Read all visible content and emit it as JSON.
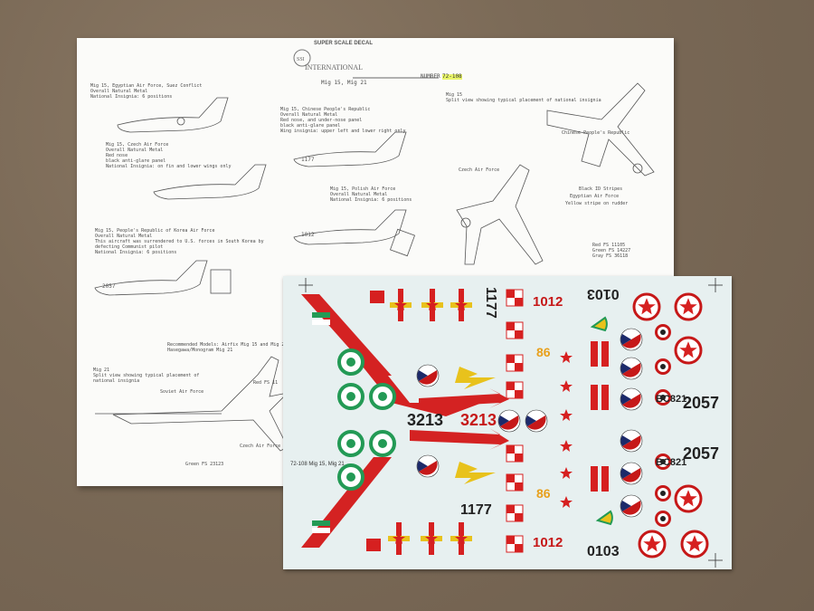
{
  "instruction_sheet": {
    "brand_top": "SUPER SCALE DECAL",
    "brand_name": "INTERNATIONAL",
    "sheet_number_label": "NUMBER",
    "sheet_number": "72-108",
    "subtitle": "Mig 15, Mig 21",
    "captions": {
      "egypt": "Mig 15, Egyptian Air Force, Suez Conflict\nOverall Natural Metal\nNational Insignia: 6 positions",
      "czech": "Mig 15, Czech Air Force\nOverall Natural Metal\nRed nose\nblack anti-glare panel\nNational Insignia: on fin and lower wings only",
      "china": "Mig 15, Chinese People's Republic\nOverall Natural Metal\nRed nose, and under-nose panel\nblack anti-glare panel\nWing insignia: upper left and lower right only",
      "poland": "Mig 15, Polish Air Force\nOverall Natural Metal\nNational Insignia: 6 positions",
      "korea": "Mig 15, People's Republic of Korea Air Force\nOverall Natural Metal\nThis aircraft was surrendered to U.S. forces in South Korea by\ndefecting Communist pilot\nNational Insignia: 6 positions",
      "split15": "Mig 15\nSplit view showing typical placement of national insignia",
      "chinese_label": "Chinese People's Republic",
      "czech_label": "Czech Air Force",
      "black_stripes": "Black ID Stripes",
      "egypt_label": "Egyptian Air Force",
      "yellow_stripe": "Yellow stripe on rudder",
      "colors": "Red FS 11105\nGreen FS 14227\nGray FS 36118",
      "models": "Recommended Models: Airfix Mig 15 and Mig 21\nHasegawa/Monogram Mig 21",
      "mig21": "Mig 21\nSplit view showing typical placement of\nnational insignia",
      "soviet": "Soviet Air Force",
      "red_fs": "Red FS 11",
      "green_fs": "Green FS 23123",
      "czech21": "Czech Air Force"
    }
  },
  "decal_sheet": {
    "numbers": [
      "1177",
      "1012",
      "0103",
      "3213",
      "2057",
      "86",
      "BC821"
    ],
    "vertical_text": "72-108  Mig 15, Mig 21"
  }
}
